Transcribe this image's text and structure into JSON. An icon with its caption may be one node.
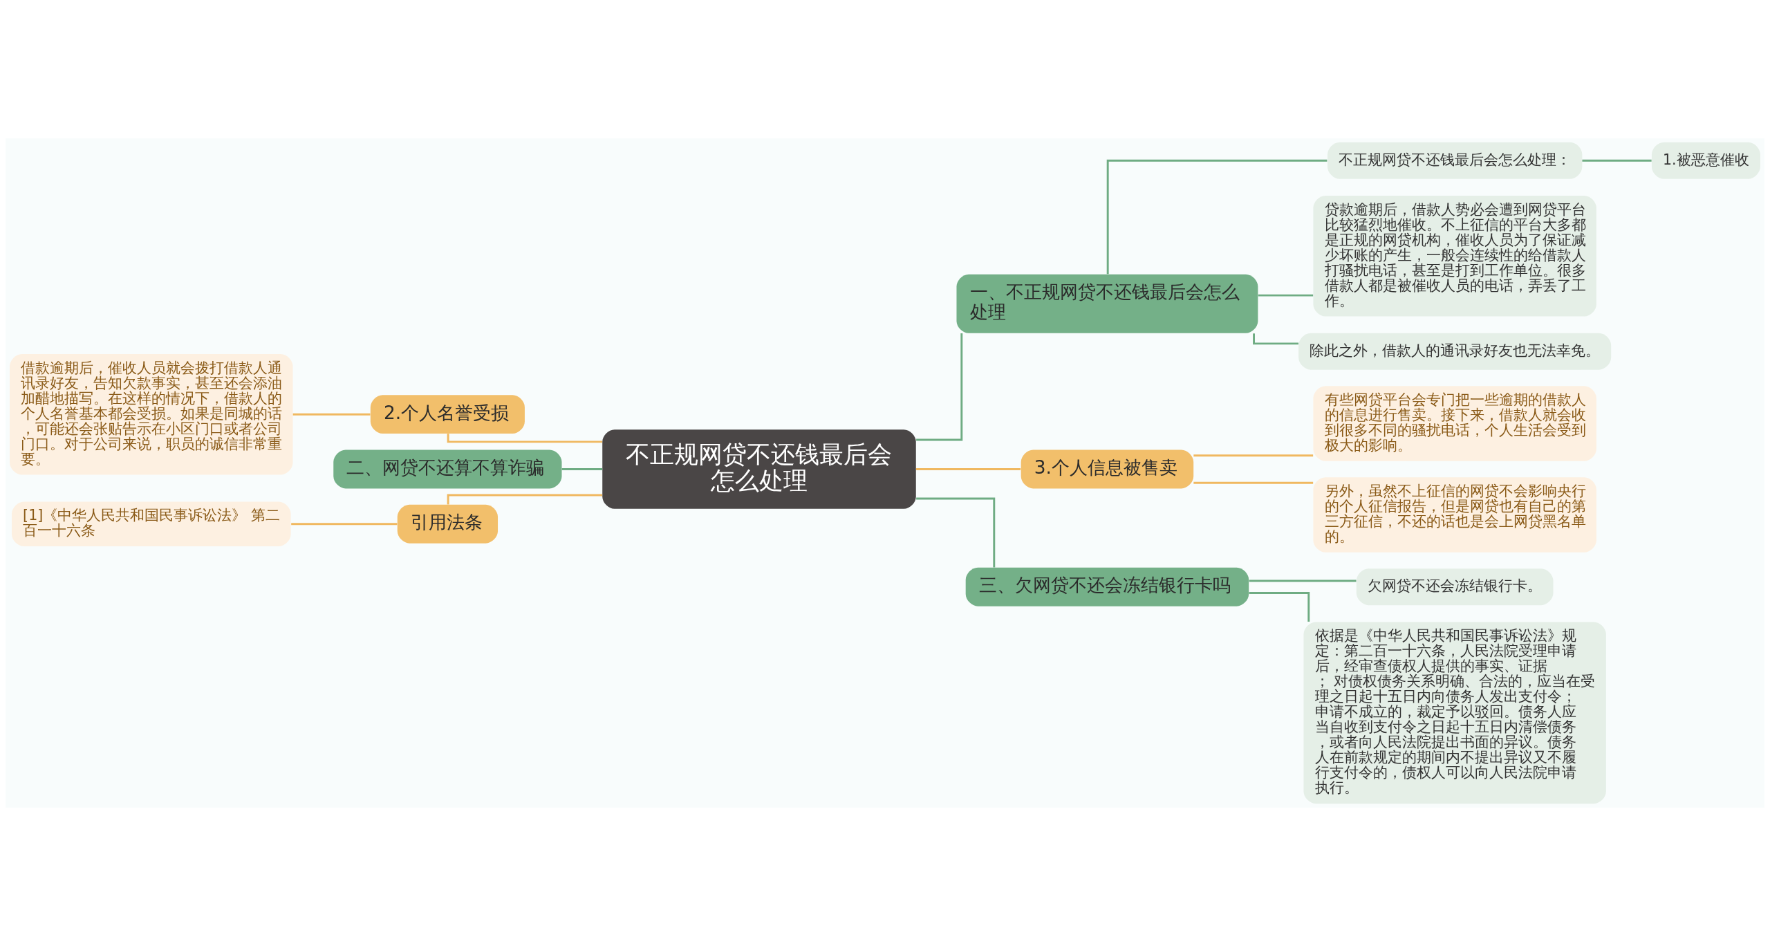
{
  "diagram": {
    "nodes": [
      {
        "text": [
          "不正规网贷不还钱最后会怎么处理"
        ]
      },
      {
        "text": [
          "一、不正规网贷不还钱最后会怎么处理"
        ]
      },
      {
        "text": [
          "不正规网贷不还钱最后会怎么处理："
        ]
      },
      {
        "text": [
          "1.被恶意催收"
        ]
      },
      {
        "text": [
          "贷款逾期后，借款人势必会遭到网贷平台比较猛烈地催收。不上征信的平台大多都是正规的网贷机构，催收人员为了保证减少坏账的产生，一般会连续性的给借款人打骚扰电话，甚至是打到工作单位。很多借款人都是被催收人员的电话，弄丢了工作。"
        ]
      },
      {
        "text": [
          "除此之外，借款人的通讯录好友也无法幸免。"
        ]
      },
      {
        "text": [
          "3.个人信息被售卖"
        ]
      },
      {
        "text": [
          "有些网贷平台会专门把一些逾期的借款人的信息进行售卖。接下来，借款人就会收到很多不同的骚扰电话，个人生活会受到极大的影响。"
        ]
      },
      {
        "text": [
          "另外，虽然不上征信的网贷不会影响央行的个人征信报告，但是网贷也有自己的第三方征信，不还的话也是会上网贷黑名单的。"
        ]
      },
      {
        "text": [
          "三、欠网贷不还会冻结银行卡吗"
        ]
      },
      {
        "text": [
          "欠网贷不还会冻结银行卡。"
        ]
      },
      {
        "text": [
          "依据是《中华人民共和国民事诉讼法》规定：第二百一十六条，人民法院受理申请后，经审查债权人提供的事实、证据； 对债权债务关系明确、合法的，应当在受理之日起十五日内向债务人发出支付令；申请不成立的，裁定予以驳回。债务人应当自收到支付令之日起十五日内清偿债务，或者向人民法院提出书面的异议。债务人在前款规定的期间内不提出异议又不履行支付令的，债权人可以向人民法院申请执行。"
        ]
      },
      {
        "text": [
          "2.个人名誉受损"
        ]
      },
      {
        "text": [
          "借款逾期后，催收人员就会拨打借款人通讯录好友，告知欠款事实，甚至还会添油加醋地描写。在这样的情况下，借款人的个人名誉基本都会受损。如果是同城的话，可能还会张贴告示在小区门口或者公司门口。对于公司来说，职员的诚信非常重要。"
        ]
      },
      {
        "text": [
          "二、网贷不还算不算诈骗"
        ]
      },
      {
        "text": [
          "引用法条"
        ]
      },
      {
        "text": [
          "[1]《中华人民共和国民事诉讼法》 第二百一十六条"
        ]
      }
    ],
    "edges": [
      {
        "from": 0,
        "to": 1,
        "arrow": "none"
      },
      {
        "from": 1,
        "to": 2,
        "arrow": "none"
      },
      {
        "from": 2,
        "to": 3,
        "arrow": "none"
      },
      {
        "from": 1,
        "to": 4,
        "arrow": "none"
      },
      {
        "from": 1,
        "to": 5,
        "arrow": "none"
      },
      {
        "from": 0,
        "to": 6,
        "arrow": "none",
        "color": "#f0b860"
      },
      {
        "from": 6,
        "to": 7,
        "arrow": "none",
        "color": "#f0b860"
      },
      {
        "from": 6,
        "to": 8,
        "arrow": "none",
        "color": "#f0b860"
      },
      {
        "from": 0,
        "to": 9,
        "arrow": "none"
      },
      {
        "from": 9,
        "to": 10,
        "arrow": "none"
      },
      {
        "from": 9,
        "to": 11,
        "arrow": "none"
      },
      {
        "from": 0,
        "to": 12,
        "arrow": "none",
        "color": "#f0b860"
      },
      {
        "from": 12,
        "to": 13,
        "arrow": "none",
        "color": "#f0b860"
      },
      {
        "from": 0,
        "to": 14,
        "arrow": "none"
      },
      {
        "from": 0,
        "to": 15,
        "arrow": "none",
        "color": "#f0b860"
      },
      {
        "from": 15,
        "to": 16,
        "arrow": "none",
        "color": "#f0b860"
      }
    ]
  }
}
